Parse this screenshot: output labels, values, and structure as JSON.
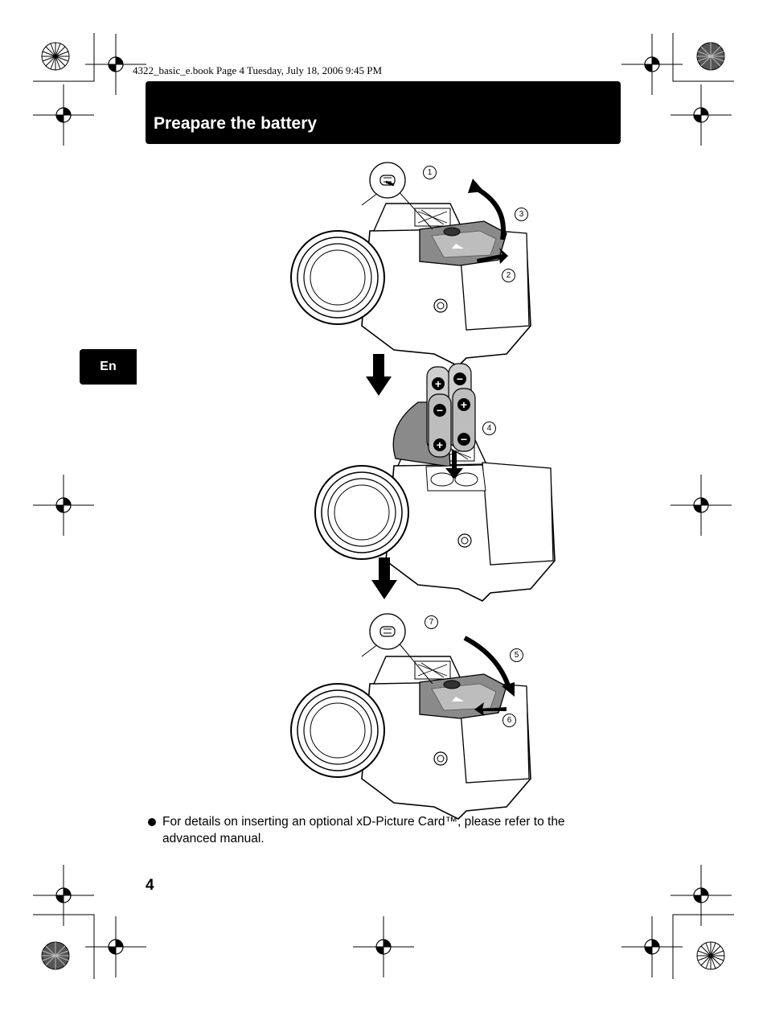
{
  "header": {
    "book_line": "4322_basic_e.book  Page 4  Tuesday, July 18, 2006  9:45 PM",
    "title": "Preapare the battery"
  },
  "side_tab": {
    "label": "En"
  },
  "steps": [
    "1",
    "2",
    "3",
    "4",
    "5",
    "6",
    "7"
  ],
  "battery_signs": {
    "plus": "+",
    "minus": "−"
  },
  "note": {
    "text": "For details on inserting an optional xD-Picture Card™, please refer to the advanced manual."
  },
  "footer": {
    "page_number": "4"
  }
}
